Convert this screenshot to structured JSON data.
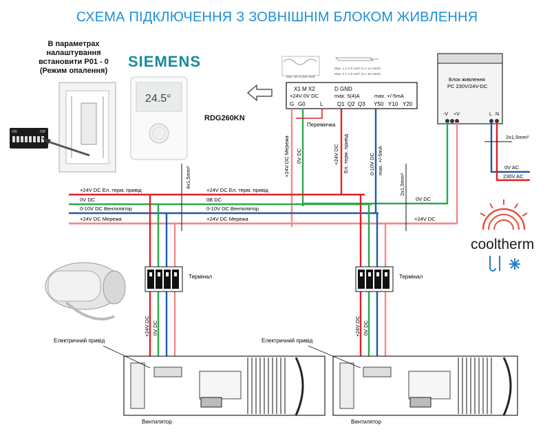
{
  "title": "СХЕМА ПІДКЛЮЧЕННЯ З ЗОВНІШНІМ БЛОКОМ ЖИВЛЕННЯ",
  "note": "В параметрах налаштування встановити Р01 - 0 (Режим опалення)",
  "dip_labels": {
    "on": "ON",
    "dip": "DIP"
  },
  "brand": "SIEMENS",
  "thermostat": {
    "display": "24.5°",
    "model": "RDG260KN"
  },
  "cable_specs": {
    "length": "Max. 80 m (262 feet)",
    "wire1": "Max. 1 x 2.5 mm² (1 x 14 AWG)",
    "wire2": "Max. 2 x 1.5 mm² (2 x 16 AWG)"
  },
  "terminal_block": {
    "head_left": "X1  M  X2",
    "head_mid": "D    GND",
    "row2_left": "+24V 0V DC",
    "row2_mid": "max. 5(4)A",
    "row2_right": "max. +/-5mA",
    "pins": [
      "G",
      "G0",
      "L",
      "Q1",
      "Q2",
      "Q3",
      "Y50",
      "Y10",
      "Y20"
    ],
    "jumper": "Перемичка"
  },
  "psu": {
    "line1": "Блок живлення",
    "line2": "PC 230V/24V-DC",
    "pins": [
      "-V",
      "+V",
      "L",
      "N"
    ]
  },
  "cables": {
    "left": "4x1,5mm²",
    "right": "2x1,5mm²",
    "psu": "2x1,5mm²"
  },
  "vertical_labels": {
    "net24": "+24V DC Мережа",
    "zero": "0V DC",
    "el24": "+24V DC",
    "el_term": "Ел. терм. привід",
    "fan010": "0-10V DC",
    "fan_max": "max. +/-5mA"
  },
  "bus_labels": {
    "red_left": "+24V DC Ел. терм. привід",
    "red_right": "+24V DC Ел. терм. привід",
    "zero_left": "0V DC",
    "zero_right": "0В DC",
    "fan_left": "0-10V DC Вентилятор",
    "fan_right": "0-10V DC Вентилятор",
    "net_left": "+24V DC Мережа",
    "net_right": "+24V DC Мережа",
    "psu_zero": "0V DC",
    "psu_24": "+24V DC"
  },
  "ac_labels": {
    "zero": "0V AC",
    "v230": "230V AC"
  },
  "terminal_label": "Термінал",
  "drop_labels": {
    "v24": "+24V DC",
    "zero": "0V DC"
  },
  "devices": {
    "actuator": "Електричний привід",
    "fan": "Вентилятор"
  },
  "logo": "cooltherm",
  "colors": {
    "title": "#1e8fd6",
    "red": "#e01f26",
    "green": "#2aa84a",
    "blue": "#1d5aa8",
    "pink": "#f08a8a",
    "black": "#111111",
    "logo_red": "#e84c3d",
    "logo_blue": "#1f7dc4"
  }
}
